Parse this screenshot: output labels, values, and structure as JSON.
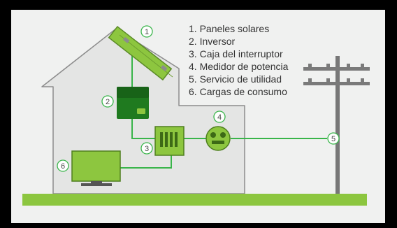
{
  "legend": [
    {
      "num": "1.",
      "label": "Paneles solares"
    },
    {
      "num": "2.",
      "label": "Inversor"
    },
    {
      "num": "3.",
      "label": "Caja del interruptor"
    },
    {
      "num": "4.",
      "label": "Medidor de potencia"
    },
    {
      "num": "5.",
      "label": "Servicio de utilidad"
    },
    {
      "num": "6.",
      "label": "Cargas de consumo"
    }
  ],
  "markers": {
    "solar_panels": "1",
    "inverter": "2",
    "breaker_box": "3",
    "power_meter": "4",
    "utility_service": "5",
    "consumer_loads": "6"
  },
  "colors": {
    "frame": "#000000",
    "background": "#f0f1f0",
    "house_fill": "#e4e5e4",
    "house_outline": "#8c8c8c",
    "panel_green": "#8dc63f",
    "inverter_green": "#1f7a1f",
    "wire_green": "#39b54a",
    "ground_green": "#8cc63f",
    "pole_gray": "#777777"
  }
}
